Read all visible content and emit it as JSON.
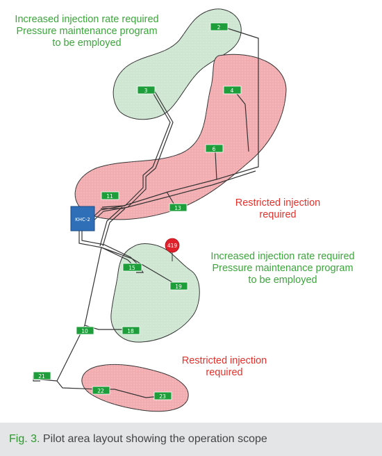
{
  "figure": {
    "caption_number": "Fig. 3.",
    "caption_text": " Pilot area layout showing the operation scope"
  },
  "notes": {
    "top_line1": "Increased injection rate required",
    "top_line2": "Pressure maintenance program",
    "top_line3": "to be employed",
    "mid_line1": "Increased injection rate required",
    "mid_line2": "Pressure maintenance program",
    "mid_line3": "to be employed",
    "right_red_line1": "Restricted injection",
    "right_red_line2": "required",
    "bottom_red_line1": "Restricted injection",
    "bottom_red_line2": "required"
  },
  "station": {
    "label": "KHC-2"
  },
  "marker": {
    "label": "419"
  },
  "wells": [
    {
      "id": "2",
      "zone": "green"
    },
    {
      "id": "3",
      "zone": "green"
    },
    {
      "id": "4",
      "zone": "red"
    },
    {
      "id": "6",
      "zone": "red"
    },
    {
      "id": "11",
      "zone": "red"
    },
    {
      "id": "13",
      "zone": "red"
    },
    {
      "id": "15",
      "zone": "green"
    },
    {
      "id": "19",
      "zone": "green"
    },
    {
      "id": "10",
      "zone": "outside"
    },
    {
      "id": "18",
      "zone": "green"
    },
    {
      "id": "21",
      "zone": "outside"
    },
    {
      "id": "22",
      "zone": "red"
    },
    {
      "id": "23",
      "zone": "red"
    }
  ],
  "colors": {
    "green_zone_fill": "#cfe6d2",
    "red_zone_fill": "#f2adb1",
    "zone_stroke": "#333333",
    "well_fill": "#1d9e3a",
    "station_fill": "#2e6fb7",
    "marker_fill": "#e0202a",
    "green_text": "#3aa63a",
    "red_text": "#e5312b"
  }
}
